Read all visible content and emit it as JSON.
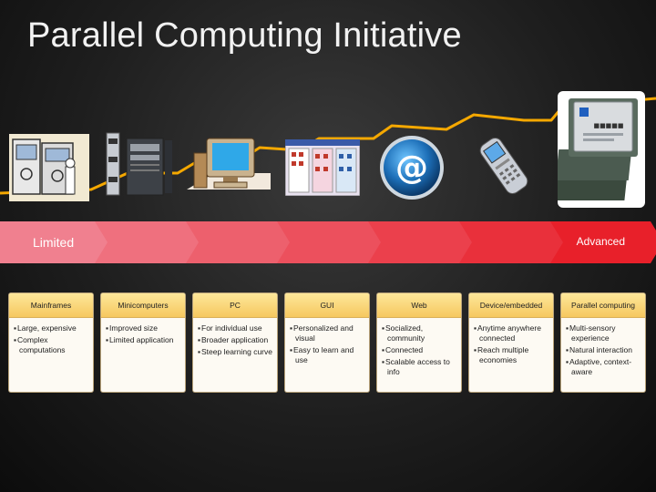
{
  "slide": {
    "title": "Parallel Computing Initiative"
  },
  "scale": {
    "left_label": "Limited",
    "right_label": "Advanced"
  },
  "eras": [
    {
      "title": "Mainframes",
      "points": [
        "Large, expensive",
        "Complex computations"
      ],
      "icon": "mainframe-icon"
    },
    {
      "title": "Minicomputers",
      "points": [
        "Improved size",
        "Limited application"
      ],
      "icon": "minicomputer-icon"
    },
    {
      "title": "PC",
      "points": [
        "For individual use",
        "Broader application",
        "Steep learning curve"
      ],
      "icon": "pc-icon"
    },
    {
      "title": "GUI",
      "points": [
        "Personalized and visual",
        "Easy to learn and use"
      ],
      "icon": "gui-icon"
    },
    {
      "title": "Web",
      "points": [
        "Socialized, community",
        "Connected",
        "Scalable access to info"
      ],
      "icon": "web-at-icon"
    },
    {
      "title": "Device/embedded",
      "points": [
        "Anytime anywhere connected",
        "Reach multiple economies"
      ],
      "icon": "mobile-phone-icon"
    },
    {
      "title": "Parallel computing",
      "points": [
        "Multi-sensory experience",
        "Natural interaction",
        "Adaptive, context-aware"
      ],
      "icon": "processor-chip-icon"
    }
  ],
  "colors": {
    "trend_line": "#f5a800",
    "band_left": "#f0808f",
    "band_right": "#e8202a",
    "card_header": "#f8d36f"
  }
}
